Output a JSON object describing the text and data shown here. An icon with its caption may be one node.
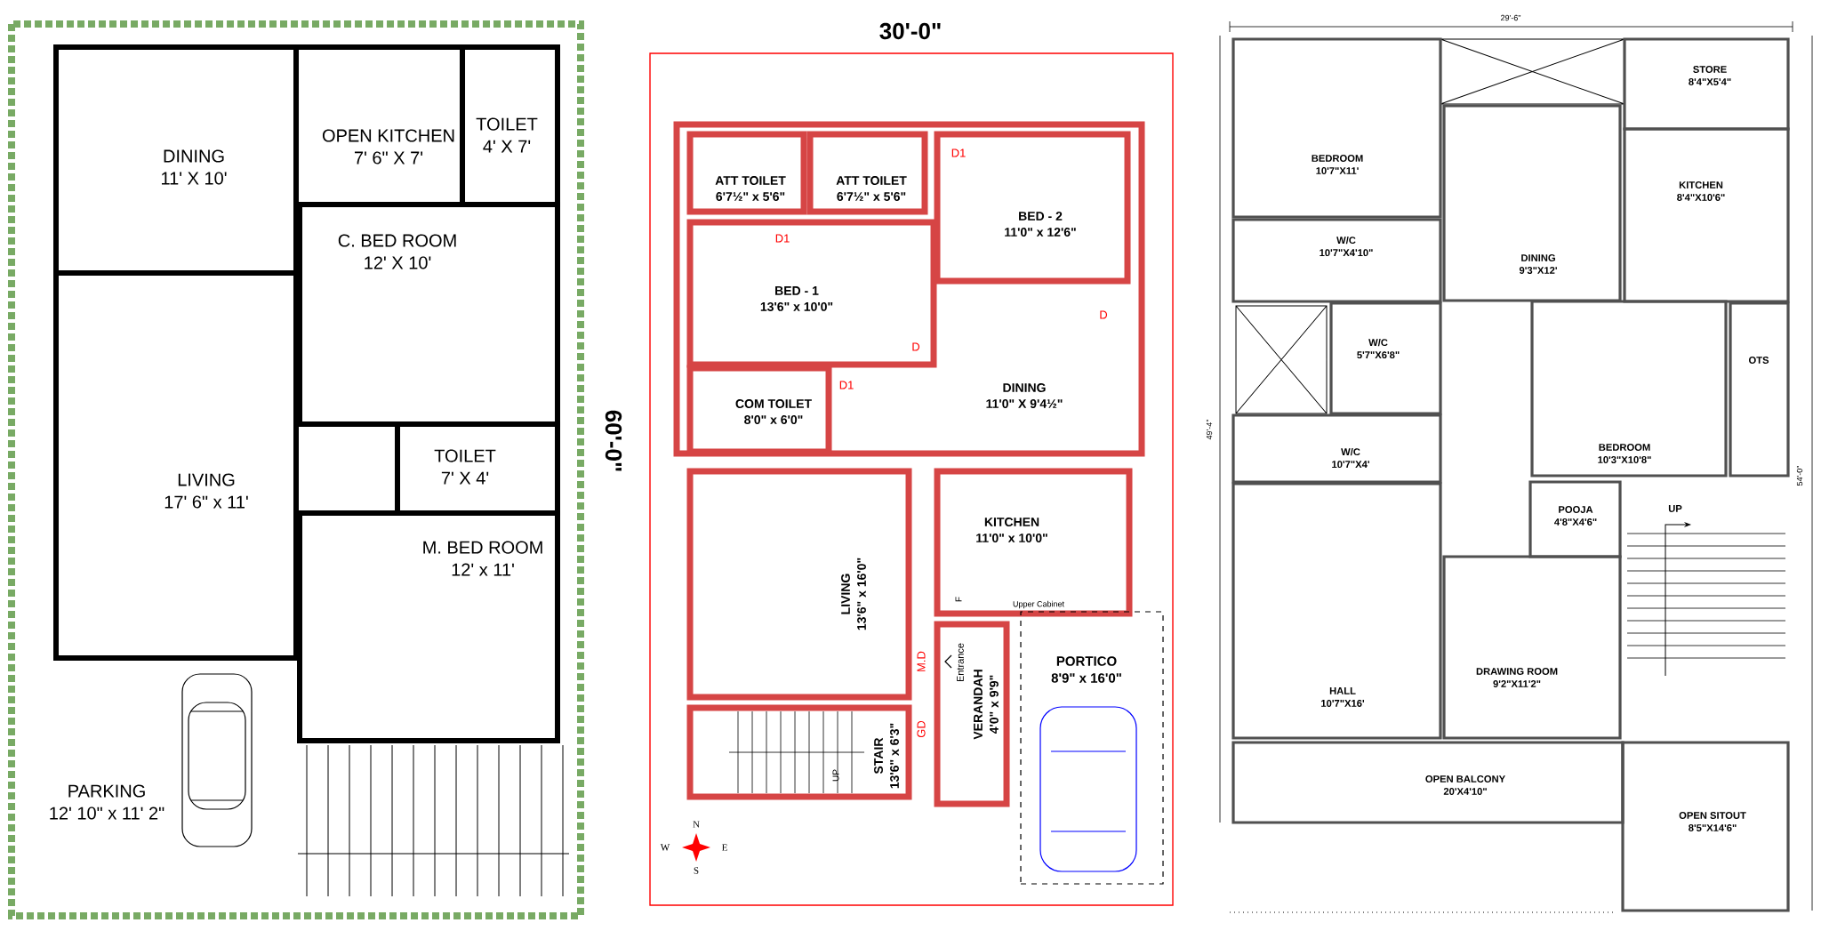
{
  "diagram": {
    "nodes": [
      {
        "text": [
          "DINING",
          "11' X 10'"
        ]
      },
      {
        "text": [
          "OPEN KITCHEN",
          "7' 6\" X 7'"
        ]
      },
      {
        "text": [
          "TOILET",
          "4' X 7'"
        ]
      },
      {
        "text": [
          "C. BED ROOM",
          "12' X 10'"
        ]
      },
      {
        "text": [
          "LIVING",
          "17' 6\" x 11'"
        ]
      },
      {
        "text": [
          "TOILET",
          "7' X 4'"
        ]
      },
      {
        "text": [
          "M. BED ROOM",
          "12' x 11'"
        ]
      },
      {
        "text": [
          "PARKING",
          "12' 10\" x 11' 2\""
        ]
      },
      {
        "text": [
          "ATT TOILET",
          "6'7½\" x 5'6\""
        ]
      },
      {
        "text": [
          "ATT TOILET",
          "6'7½\" x 5'6\""
        ]
      },
      {
        "text": [
          "BED - 2",
          "11'0\" x 12'6\""
        ]
      },
      {
        "text": [
          "BED - 1",
          "13'6\" x 10'0\""
        ]
      },
      {
        "text": [
          "COM TOILET",
          "8'0\" x 6'0\""
        ]
      },
      {
        "text": [
          "DINING",
          "11'0\" X 9'4½\""
        ]
      },
      {
        "text": [
          "LIVING",
          "13'6\" x 16'0\""
        ]
      },
      {
        "text": [
          "KITCHEN",
          "11'0\" x 10'0\""
        ]
      },
      {
        "text": [
          "VERANDAH",
          "4'0\" x 9'9\""
        ]
      },
      {
        "text": [
          "PORTICO",
          "8'9\" x 16'0\""
        ]
      },
      {
        "text": [
          "STAIR",
          "13'6\" x 6'3\""
        ]
      },
      {
        "text": [
          "BEDROOM",
          "10'7\"X11'"
        ]
      },
      {
        "text": [
          "STORE",
          "8'4\"X5'4\""
        ]
      },
      {
        "text": [
          "DINING",
          "9'3\"X12'"
        ]
      },
      {
        "text": [
          "KITCHEN",
          "8'4\"X10'6\""
        ]
      },
      {
        "text": [
          "W/C",
          "10'7\"X4'10\""
        ]
      },
      {
        "text": [
          "W/C",
          "5'7\"X6'8\""
        ]
      },
      {
        "text": [
          "W/C",
          "10'7\"X4'"
        ]
      },
      {
        "text": [
          "BEDROOM",
          "10'3\"X10'8\""
        ]
      },
      {
        "text": [
          "OTS"
        ]
      },
      {
        "text": [
          "POOJA",
          "4'8\"X4'6\""
        ]
      },
      {
        "text": [
          "HALL",
          "10'7\"X16'"
        ]
      },
      {
        "text": [
          "DRAWING ROOM",
          "9'2\"X11'2\""
        ]
      },
      {
        "text": [
          "OPEN BALCONY",
          "20'X4'10\""
        ]
      },
      {
        "text": [
          "OPEN SITOUT",
          "8'5\"X14'6\""
        ]
      }
    ],
    "labels": [
      "30'-0\"",
      "60'-0\"",
      "D1",
      "D1",
      "D",
      "D",
      "D1",
      "F",
      "Upper Cabinet",
      "M.D",
      "Entrance",
      "GD",
      "UP",
      "N",
      "W",
      "E",
      "S",
      "29'-6\"",
      "49'-4\"",
      "54'-0\"",
      "UP"
    ]
  }
}
